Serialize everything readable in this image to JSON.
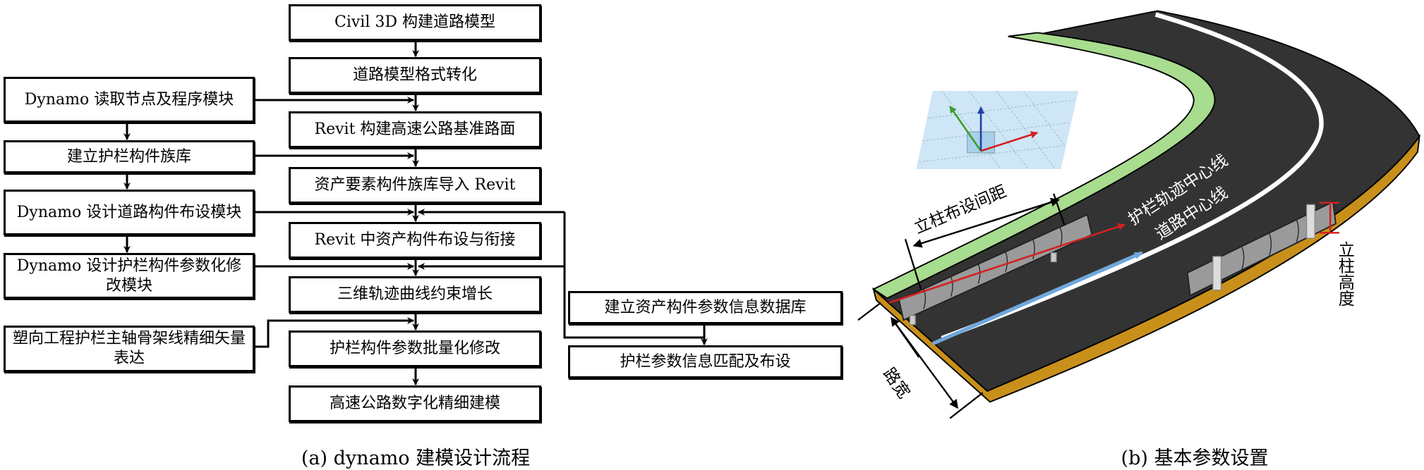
{
  "flowchart": {
    "main_steps": [
      "Civil 3D 构建道路模型",
      "道路模型格式转化",
      "Revit 构建高速公路基准路面",
      "资产要素构件族库导入 Revit",
      "Revit 中资产构件布设与衔接",
      "三维轨迹曲线约束增长",
      "护栏构件参数批量化修改",
      "高速公路数字化精细建模"
    ],
    "side_steps": [
      "Dynamo 读取节点及程序模块",
      "建立护栏构件族库",
      "Dynamo 设计道路构件布设模块",
      "Dynamo 设计护栏构件参数化修改模块",
      "塑向工程护栏主轴骨架线精细矢量表达"
    ],
    "right_steps": [
      "建立资产构件参数信息数据库",
      "护栏参数信息匹配及布设"
    ],
    "caption": "(a) dynamo 建模设计流程"
  },
  "road_figure": {
    "labels": {
      "post_spacing": "立柱布设间距",
      "guardrail_centerline": "护栏轨迹中心线",
      "road_centerline": "道路中心线",
      "post_height": "立柱高度",
      "road_width": "路宽"
    },
    "colors": {
      "road": "#333333",
      "verge": "#a8dc8e",
      "side": "#c8901a",
      "guardrail": "#9a9a9a",
      "guardrail_axis": "#d42020",
      "road_axis": "#6fa8dc"
    },
    "caption": "(b) 基本参数设置"
  }
}
